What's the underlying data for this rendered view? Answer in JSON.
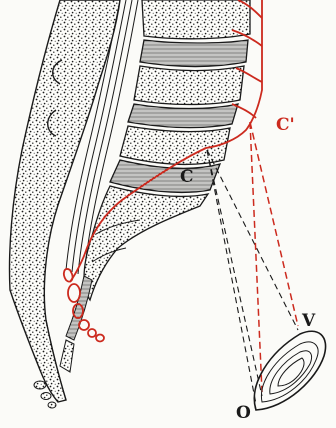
{
  "figure": {
    "labels": {
      "c": "C",
      "c_prime": "C'",
      "v": "V",
      "o": "O"
    },
    "colors": {
      "ink": "#1a1a1a",
      "red": "#cc2a1e",
      "paper": "#fbfbf8"
    }
  }
}
